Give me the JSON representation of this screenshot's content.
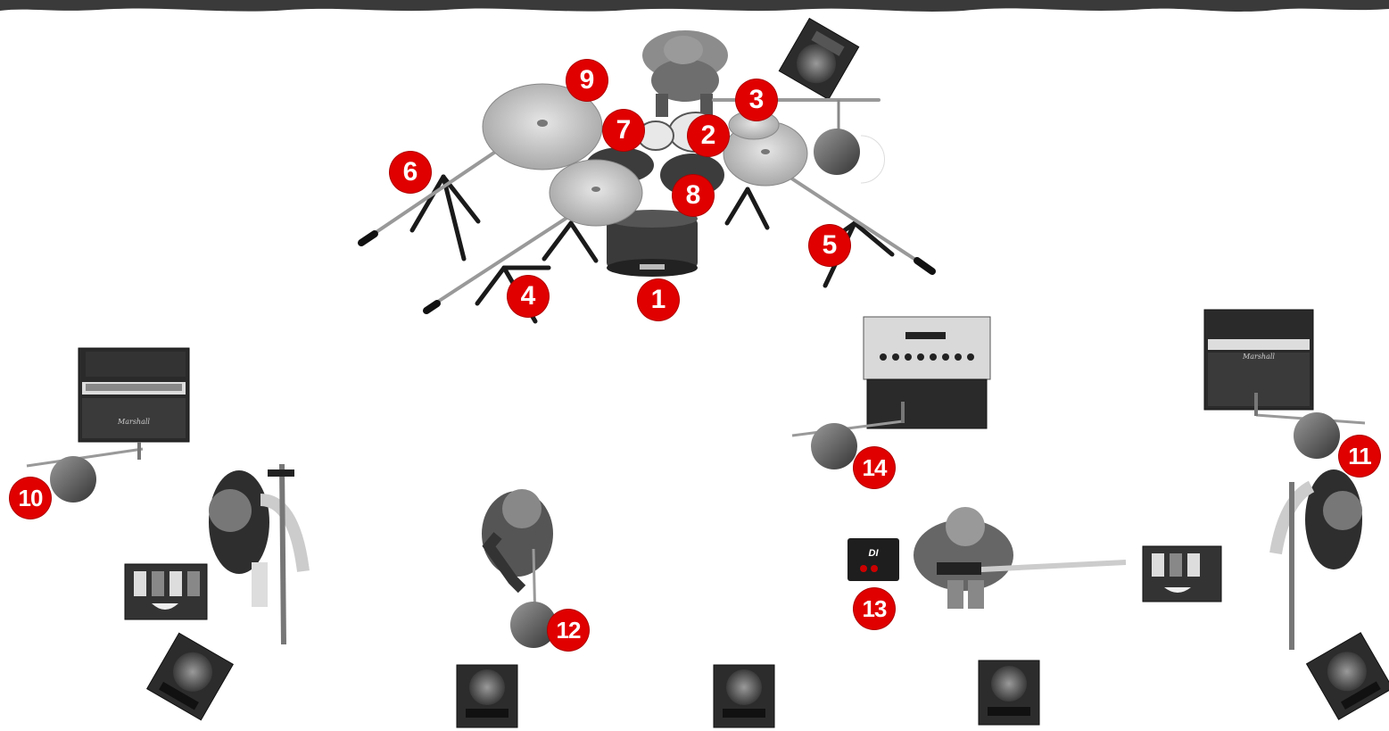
{
  "stage_plot": {
    "channel_markers": [
      "1",
      "2",
      "3",
      "4",
      "5",
      "6",
      "7",
      "8",
      "9",
      "10",
      "11",
      "12",
      "13",
      "14"
    ],
    "di_label": "DI",
    "amp_brand": "Marshall",
    "colors": {
      "marker": "#e00000",
      "marker_text": "#ffffff",
      "equipment_dark": "#2a2a2a",
      "cymbal": "#c8c8c8"
    }
  }
}
